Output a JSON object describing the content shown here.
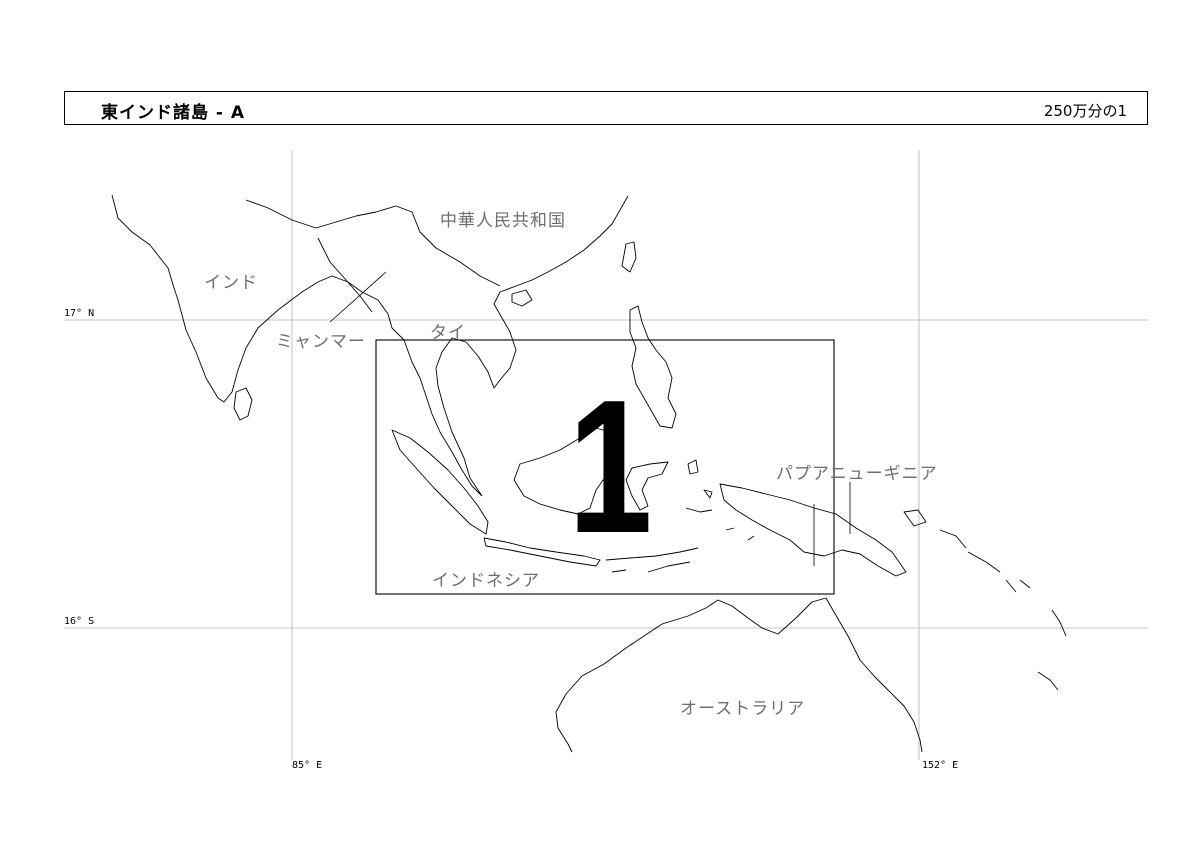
{
  "header": {
    "title": "東インド諸島 - A",
    "scale": "250万分の1"
  },
  "grid": {
    "lat_north": "17° N",
    "lat_south": "16° S",
    "lon_west": "85° E",
    "lon_east": "152° E"
  },
  "frame": {
    "number": "1"
  },
  "countries": {
    "china": "中華人民共和国",
    "india": "インド",
    "myanmar": "ミャンマー",
    "thailand": "タイ",
    "png": "パプアニューギニア",
    "indonesia": "インドネシア",
    "australia": "オーストラリア"
  },
  "colors": {
    "label": "#6e6e6e",
    "coast": "#000000",
    "grid": "#b0b0b0"
  }
}
